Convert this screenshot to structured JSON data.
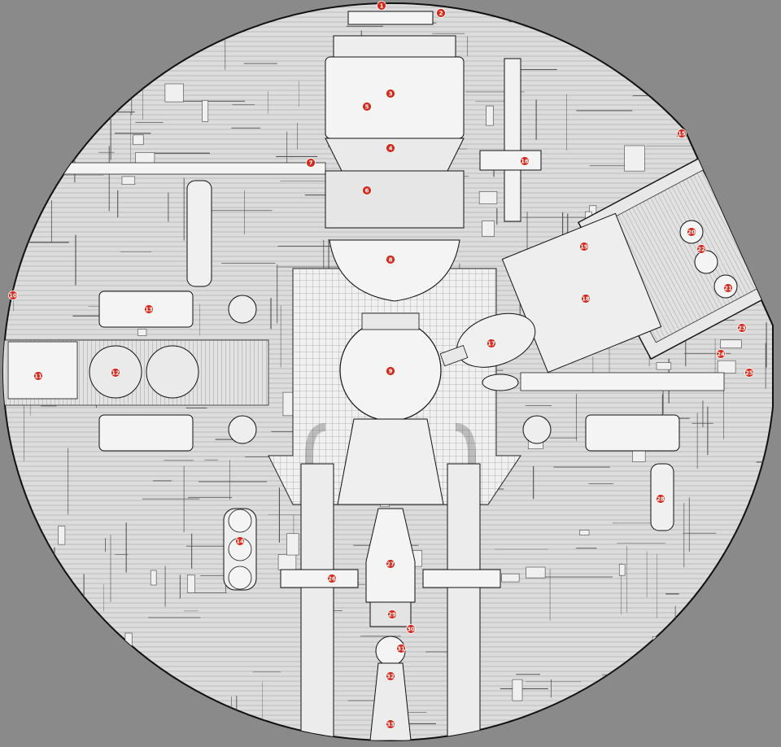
{
  "diagram": {
    "colors": {
      "background": "#8a8a8a",
      "hull": "#d9d9d9",
      "line": "#1a1a1a",
      "panel": "#f2f2f2",
      "marker": "#d42a1c"
    },
    "callouts": [
      {
        "label": "1"
      },
      {
        "label": "2"
      },
      {
        "label": "3"
      },
      {
        "label": "4"
      },
      {
        "label": "5"
      },
      {
        "label": "6"
      },
      {
        "label": "7"
      },
      {
        "label": "8"
      },
      {
        "label": "9"
      },
      {
        "label": "9"
      },
      {
        "label": "10"
      },
      {
        "label": "11"
      },
      {
        "label": "12"
      },
      {
        "label": "13"
      },
      {
        "label": "14"
      },
      {
        "label": "15"
      },
      {
        "label": "16"
      },
      {
        "label": "17"
      },
      {
        "label": "18"
      },
      {
        "label": "19"
      },
      {
        "label": "20"
      },
      {
        "label": "21"
      },
      {
        "label": "22"
      },
      {
        "label": "23"
      },
      {
        "label": "24"
      },
      {
        "label": "25"
      },
      {
        "label": "26"
      },
      {
        "label": "27"
      },
      {
        "label": "28"
      },
      {
        "label": "29"
      },
      {
        "label": "30"
      },
      {
        "label": "31"
      },
      {
        "label": "32"
      },
      {
        "label": "33"
      }
    ]
  }
}
